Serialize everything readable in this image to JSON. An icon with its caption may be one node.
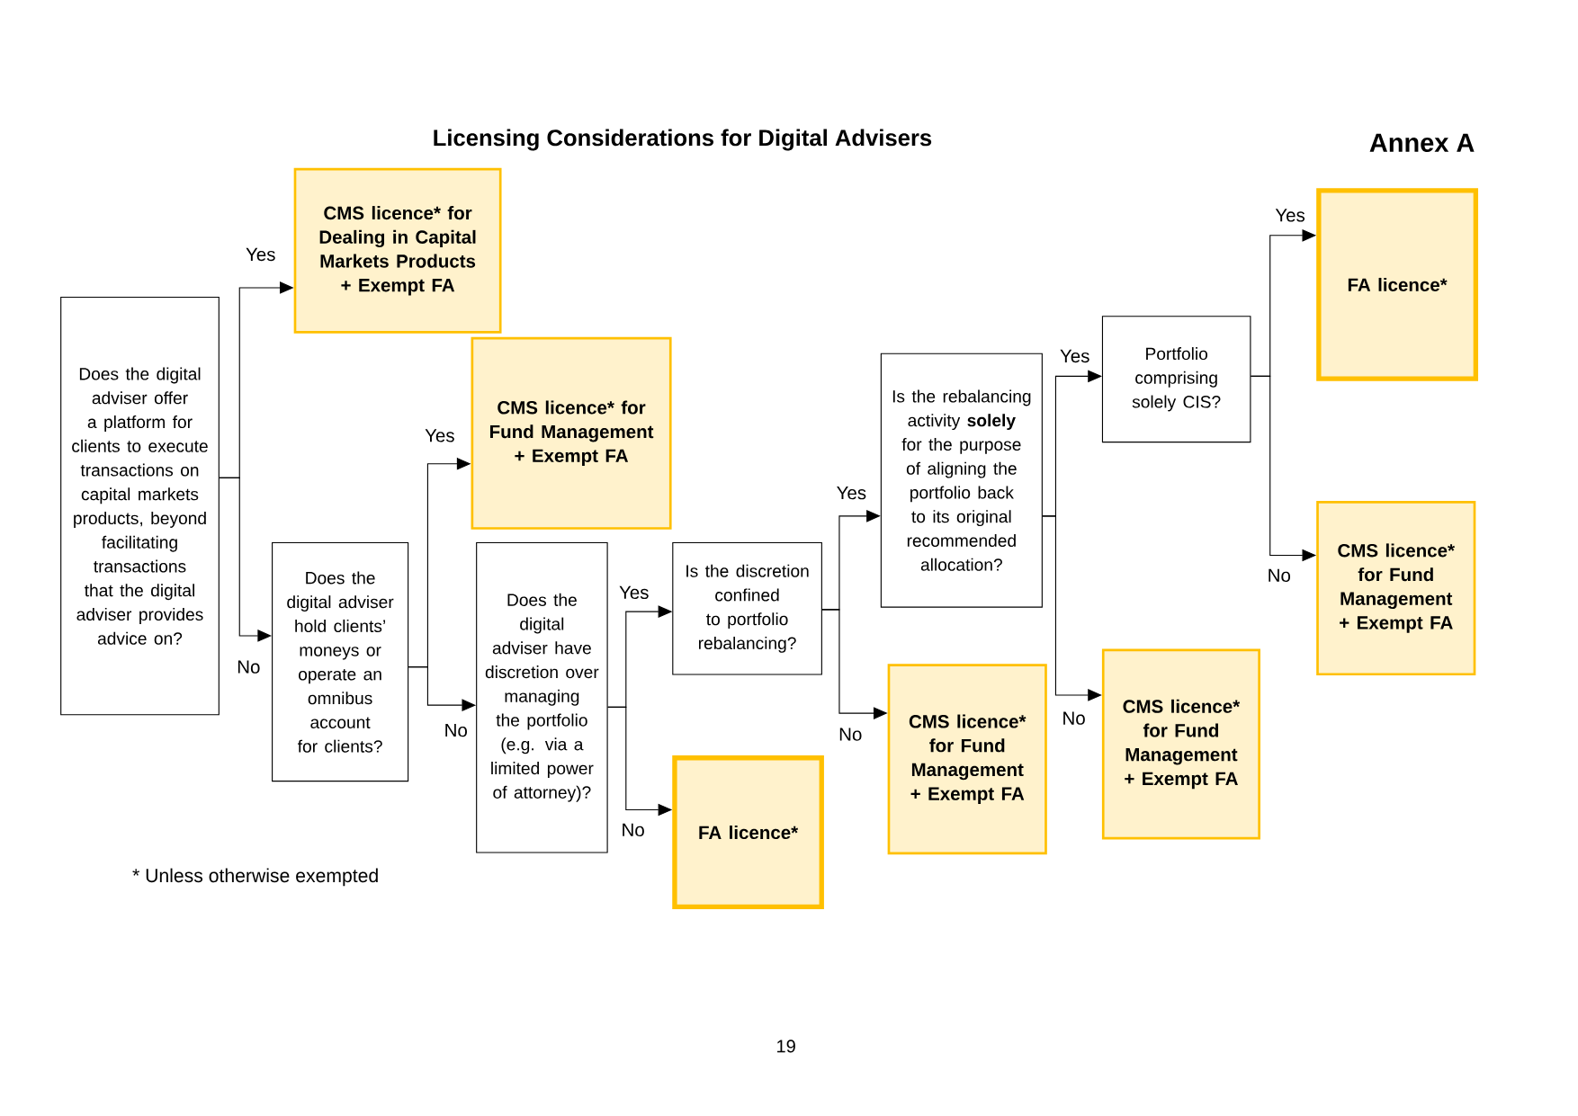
{
  "diagram": {
    "title": "Licensing Considerations for Digital Advisers",
    "nodes": [
      {
        "text": [
          "Does the digital adviser offer a platform for clients to execute transactions on capital markets products, beyond facilitating transactions that the digital adviser provides advice on?"
        ]
      },
      {
        "text": [
          "CMS licence* for Dealing in Capital Markets Products + Exempt FA"
        ]
      },
      {
        "text": [
          "Does the digital adviser hold clients’ moneys or operate an omnibus account for clients?"
        ]
      },
      {
        "text": [
          "CMS licence* for Fund Management + Exempt FA"
        ]
      },
      {
        "text": [
          "Does the digital adviser have discretion over managing the portfolio (e.g. via a limited power of attorney)?"
        ]
      },
      {
        "text": [
          "Is the discretion confined to portfolio rebalancing?"
        ]
      },
      {
        "text": [
          "FA licence*"
        ]
      },
      {
        "text": [
          "Is the rebalancing activity **solely** for the purpose of aligning the portfolio back to its original recommended allocation?"
        ]
      },
      {
        "text": [
          "CMS licence* for Fund Management + Exempt FA"
        ]
      },
      {
        "text": [
          "Portfolio comprising solely CIS?"
        ]
      },
      {
        "text": [
          "CMS licence* for Fund Management + Exempt FA"
        ]
      },
      {
        "text": [
          "FA licence*"
        ]
      },
      {
        "text": [
          "CMS licence* for Fund Management + Exempt FA"
        ]
      }
    ],
    "edges": [
      {
        "from": 0,
        "to": 1,
        "arrow": "to",
        "label": "Yes"
      },
      {
        "from": 0,
        "to": 2,
        "arrow": "to",
        "label": "No"
      },
      {
        "from": 2,
        "to": 3,
        "arrow": "to",
        "label": "Yes"
      },
      {
        "from": 2,
        "to": 4,
        "arrow": "to",
        "label": "No"
      },
      {
        "from": 4,
        "to": 5,
        "arrow": "to",
        "label": "Yes"
      },
      {
        "from": 4,
        "to": 6,
        "arrow": "to",
        "label": "No"
      },
      {
        "from": 5,
        "to": 7,
        "arrow": "to",
        "label": "Yes"
      },
      {
        "from": 5,
        "to": 8,
        "arrow": "to",
        "label": "No"
      },
      {
        "from": 7,
        "to": 9,
        "arrow": "to",
        "label": "Yes"
      },
      {
        "from": 7,
        "to": 10,
        "arrow": "to",
        "label": "No"
      },
      {
        "from": 9,
        "to": 11,
        "arrow": "to",
        "label": "Yes"
      },
      {
        "from": 9,
        "to": 12,
        "arrow": "to",
        "label": "No"
      }
    ],
    "labels": [
      "Annex A",
      "* Unless otherwise exempted",
      "19"
    ]
  }
}
